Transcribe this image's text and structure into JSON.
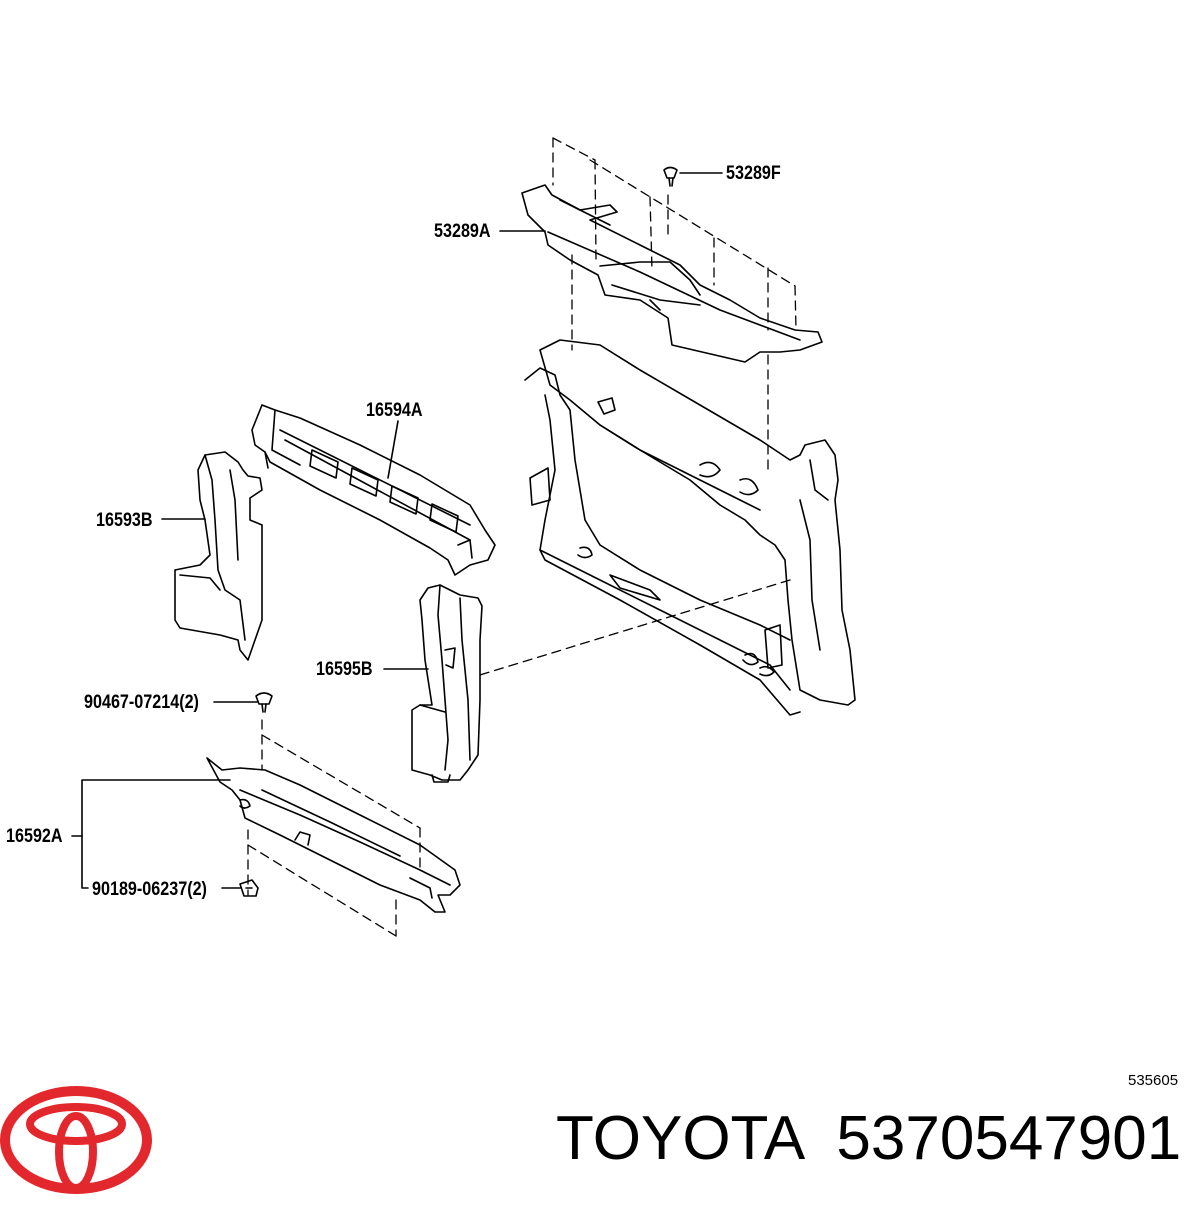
{
  "labels": {
    "p53289F": "53289F",
    "p53289A": "53289A",
    "p16594A": "16594A",
    "p16593B": "16593B",
    "p16595B": "16595B",
    "p90467": "90467-07214(2)",
    "p16592A": "16592A",
    "p90189": "90189-06237(2)"
  },
  "reference_code": "535605",
  "footer": {
    "brand": "TOYOTA",
    "part_number": "5370547901"
  },
  "colors": {
    "logo_red": "#e2282c",
    "line": "#000000"
  },
  "icons": {
    "logo": "toyota-logo-icon"
  }
}
